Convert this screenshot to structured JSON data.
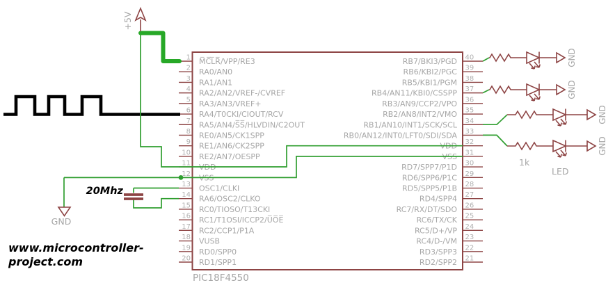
{
  "chip": {
    "name": "PIC18F4550",
    "left_pins": [
      {
        "num": 1,
        "label": "M̅C̅L̅R̅/VPP/RE3"
      },
      {
        "num": 2,
        "label": "RA0/AN0"
      },
      {
        "num": 3,
        "label": "RA1/AN1"
      },
      {
        "num": 4,
        "label": "RA2/AN2/VREF-/CVREF"
      },
      {
        "num": 5,
        "label": "RA3/AN3/VREF+"
      },
      {
        "num": 6,
        "label": "RA4/T0CKI/CIOUT/RCV"
      },
      {
        "num": 7,
        "label": "RA5/AN4/S̅S̅/HLVDIN/C2OUT"
      },
      {
        "num": 8,
        "label": "RE0/AN5/CK1SPP"
      },
      {
        "num": 9,
        "label": "RE1/AN6/CK2SPP"
      },
      {
        "num": 10,
        "label": "RE2/AN7/OESPP"
      },
      {
        "num": 11,
        "label": "VDD"
      },
      {
        "num": 12,
        "label": "VSS"
      },
      {
        "num": 13,
        "label": "OSC1/CLKI"
      },
      {
        "num": 14,
        "label": "RA6/OSC2/CLKO"
      },
      {
        "num": 15,
        "label": "RC0/TIOSO/T13CKI"
      },
      {
        "num": 16,
        "label": "RC1/T1OSI/ICCP2/U̅O̅E̅"
      },
      {
        "num": 17,
        "label": "RC2/CCP1/P1A"
      },
      {
        "num": 18,
        "label": "VUSB"
      },
      {
        "num": 19,
        "label": "RD0/SPP0"
      },
      {
        "num": 20,
        "label": "RD1/SPP1"
      }
    ],
    "right_pins": [
      {
        "num": 40,
        "label": "RB7/BKI3/PGD"
      },
      {
        "num": 39,
        "label": "RB6/KBI2/PGC"
      },
      {
        "num": 38,
        "label": "RB5/KBI1/PGM"
      },
      {
        "num": 37,
        "label": "RB4/AN11/KBI0/CSSPP"
      },
      {
        "num": 36,
        "label": "RB3/AN9/CCP2/VPO"
      },
      {
        "num": 35,
        "label": "RB2/AN8/INT2/VMO"
      },
      {
        "num": 34,
        "label": "RB1/AN10/INT1/SCK/SCL"
      },
      {
        "num": 33,
        "label": "RB0/AN12/INT0/LFT0/SDI/SDA"
      },
      {
        "num": 32,
        "label": "VDD"
      },
      {
        "num": 31,
        "label": "VSS"
      },
      {
        "num": 30,
        "label": "RD7/SPP7/P1D"
      },
      {
        "num": 29,
        "label": "RD6/SPP6/P1C"
      },
      {
        "num": 28,
        "label": "RD5/SPP5/P1B"
      },
      {
        "num": 27,
        "label": "RD4/SPP4"
      },
      {
        "num": 26,
        "label": "RC7/RX/DT/SDO"
      },
      {
        "num": 25,
        "label": "RC6/TX/CK"
      },
      {
        "num": 24,
        "label": "RC5/D+/VP"
      },
      {
        "num": 23,
        "label": "RC4/D-/VM"
      },
      {
        "num": 22,
        "label": "RD3/SPP3"
      },
      {
        "num": 21,
        "label": "RD2/SPP2"
      }
    ]
  },
  "power": {
    "vcc_label": "+5V",
    "gnd_label": "GND"
  },
  "oscillator": {
    "label": "20Mhz"
  },
  "led_array": {
    "resistor_value": "1k",
    "led_label": "LED",
    "gnd_label": "GND",
    "rows": [
      {
        "pin": 40
      },
      {
        "pin": 37
      },
      {
        "pin": 34
      },
      {
        "pin": 33
      }
    ]
  },
  "watermark": {
    "line1": "www.microcontroller-",
    "line2": "project.com"
  },
  "colors": {
    "wire_green": "#2f9e2f",
    "thick_wire_green": "#27a827",
    "component_red": "#8d4444",
    "label_gray": "#a6a6a6",
    "signal_black": "#000000"
  }
}
